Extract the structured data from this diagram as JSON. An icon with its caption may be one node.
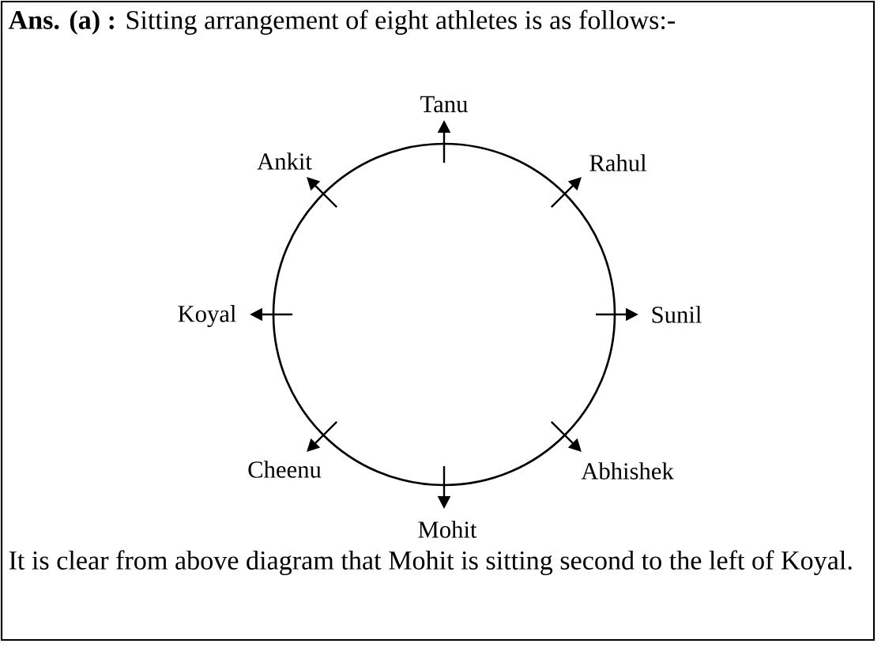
{
  "diagram": {
    "title": "**Ans. (a) :** Sitting arrangement of eight athletes is as follows:-",
    "caption": "It is clear from above diagram that Mohit is sitting second to the left of Koyal.",
    "labels": [
      "Tanu",
      "Ankit",
      "Rahul",
      "Koyal",
      "Sunil",
      "Cheenu",
      "Abhishek",
      "Mohit"
    ]
  }
}
